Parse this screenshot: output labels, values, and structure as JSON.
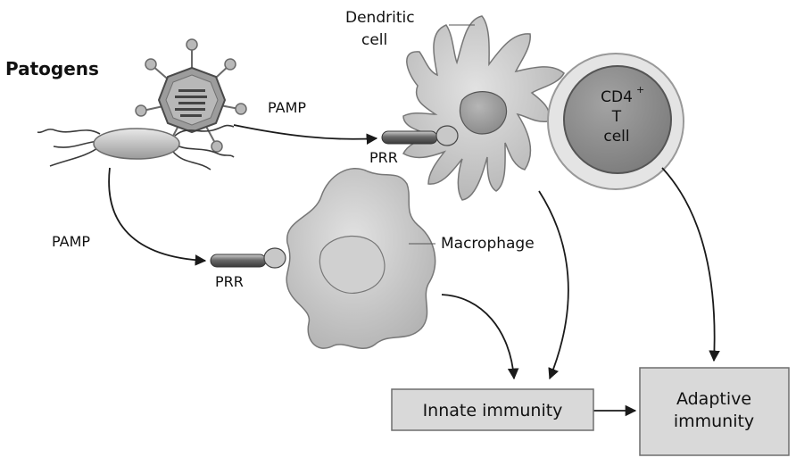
{
  "labels": {
    "pathogens": "Patogens",
    "pamp_top": "PAMP",
    "pamp_left": "PAMP",
    "prr_top": "PRR",
    "prr_bottom": "PRR",
    "dendritic_line1": "Dendritic",
    "dendritic_line2": "cell",
    "macrophage": "Macrophage",
    "tcell_line1": "CD4",
    "tcell_sup": "+",
    "tcell_line2": "T",
    "tcell_line3": "cell"
  },
  "boxes": {
    "innate": "Innate immunity",
    "adaptive_line1": "Adaptive",
    "adaptive_line2": "immunity"
  },
  "colors": {
    "box_fill": "#d9d9d9",
    "box_stroke": "#6e6e6e",
    "cell_fill": "#c9c9c9",
    "tcell_fill": "#8e8e8e",
    "arrow": "#1a1a1a"
  }
}
